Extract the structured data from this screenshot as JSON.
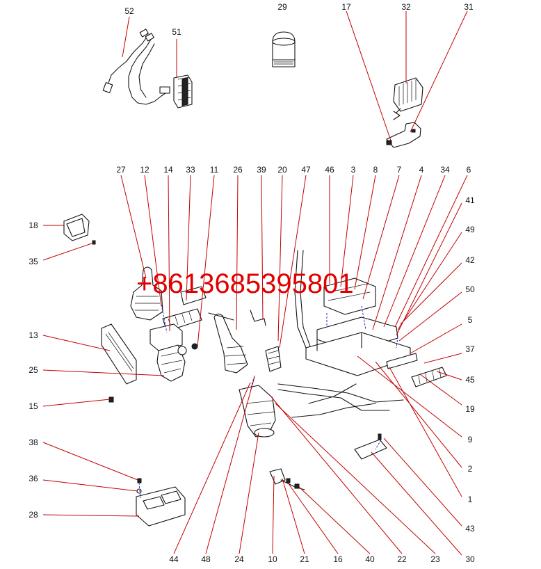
{
  "watermark": "+8613685395801",
  "callouts": [
    "52",
    "51",
    "29",
    "17",
    "32",
    "31",
    "27",
    "12",
    "14",
    "33",
    "11",
    "26",
    "39",
    "20",
    "47",
    "46",
    "3",
    "8",
    "7",
    "4",
    "34",
    "6",
    "18",
    "35",
    "41",
    "49",
    "42",
    "50",
    "5",
    "37",
    "45",
    "19",
    "13",
    "25",
    "15",
    "9",
    "2",
    "1",
    "43",
    "38",
    "36",
    "28",
    "44",
    "48",
    "24",
    "10",
    "21",
    "16",
    "40",
    "22",
    "23",
    "30"
  ]
}
